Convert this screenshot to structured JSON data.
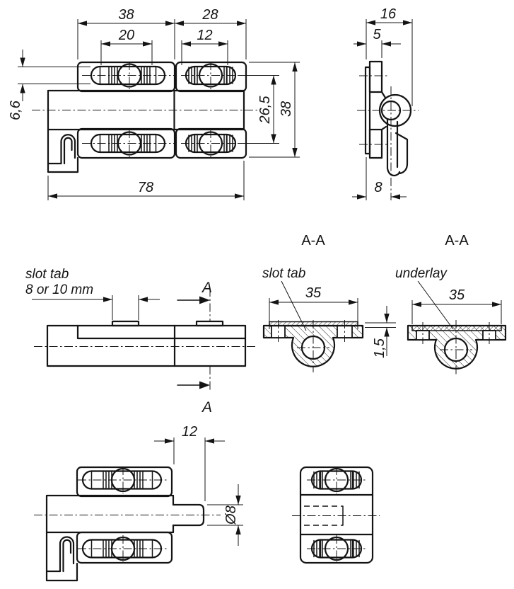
{
  "front_view": {
    "dim_total_width": "78",
    "dim_left_width": "38",
    "dim_right_width": "28",
    "dim_slot_long": "20",
    "dim_slot_short": "12",
    "dim_slot_width": "6,6",
    "dim_hole_spacing": "26,5",
    "dim_height": "38"
  },
  "side_view": {
    "dim_depth": "16",
    "dim_tab_width": "5",
    "dim_offset": "8"
  },
  "plan_view": {
    "note_line1": "slot tab",
    "note_line2": "8 or 10 mm",
    "section_letter_top": "A",
    "section_letter_bottom": "A"
  },
  "section_slot_tab": {
    "title": "A-A",
    "label": "slot tab",
    "dim_width": "35",
    "dim_thickness": "1,5"
  },
  "section_underlay": {
    "title": "A-A",
    "label": "underlay",
    "dim_width": "35"
  },
  "pin_view": {
    "dim_pin_length": "12",
    "dim_pin_diameter": "Ø8"
  }
}
